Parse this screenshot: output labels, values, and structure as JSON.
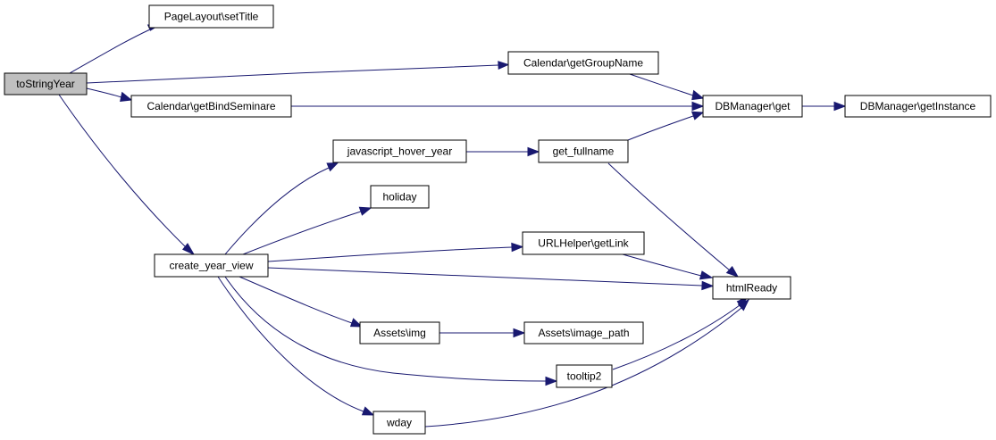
{
  "nodes": {
    "to_string_year": "toStringYear",
    "page_layout_set_title": "PageLayout\\setTitle",
    "calendar_get_group_name": "Calendar\\getGroupName",
    "calendar_get_bind_seminare": "Calendar\\getBindSeminare",
    "db_manager_get": "DBManager\\get",
    "db_manager_get_instance": "DBManager\\getInstance",
    "javascript_hover_year": "javascript_hover_year",
    "get_fullname": "get_fullname",
    "holiday": "holiday",
    "create_year_view": "create_year_view",
    "url_helper_get_link": "URLHelper\\getLink",
    "html_ready": "htmlReady",
    "assets_img": "Assets\\img",
    "assets_image_path": "Assets\\image_path",
    "tooltip2": "tooltip2",
    "wday": "wday"
  },
  "colors": {
    "edge": "#191970",
    "root_fill": "#bfbfbf",
    "node_fill": "#ffffff",
    "node_border": "#000000"
  }
}
